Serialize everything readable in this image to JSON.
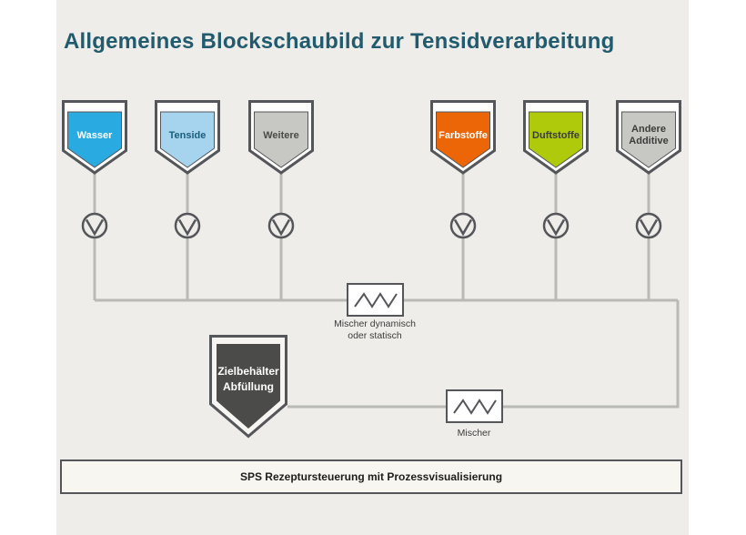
{
  "title": "Allgemeines Blockschaubild zur Tensidverarbeitung",
  "tanks": [
    {
      "label": "Wasser",
      "fill_color": "#29abe2",
      "text_color": "#ffffff"
    },
    {
      "label": "Tenside",
      "fill_color": "#a6d3ee",
      "text_color": "#1a5e7a"
    },
    {
      "label": "Weitere",
      "fill_color": "#c7c7c3",
      "text_color": "#4a4a48"
    },
    {
      "label": "Farbstoffe",
      "fill_color": "#ec6608",
      "text_color": "#ffffff"
    },
    {
      "label": "Duftstoffe",
      "fill_color": "#afca0b",
      "text_color": "#3c3c3b"
    },
    {
      "label": "Andere Additive",
      "fill_color": "#c7c7c3",
      "text_color": "#3c3c3b"
    }
  ],
  "mixer_dynamic": {
    "label_line1": "Mischer dynamisch",
    "label_line2": "oder statisch"
  },
  "mixer_static": {
    "label": "Mischer"
  },
  "target_tank": {
    "line1": "Zielbehälter",
    "line2": "Abfüllung",
    "fill_color": "#4b4b49",
    "text_color": "#ffffff"
  },
  "bottom_bar": {
    "label": "SPS Rezeptursteuerung mit Prozessvisualisierung"
  },
  "colors": {
    "background": "#eeedea",
    "title": "#215b6d",
    "pipe": "#b9b9b5",
    "outline": "#55565a"
  }
}
